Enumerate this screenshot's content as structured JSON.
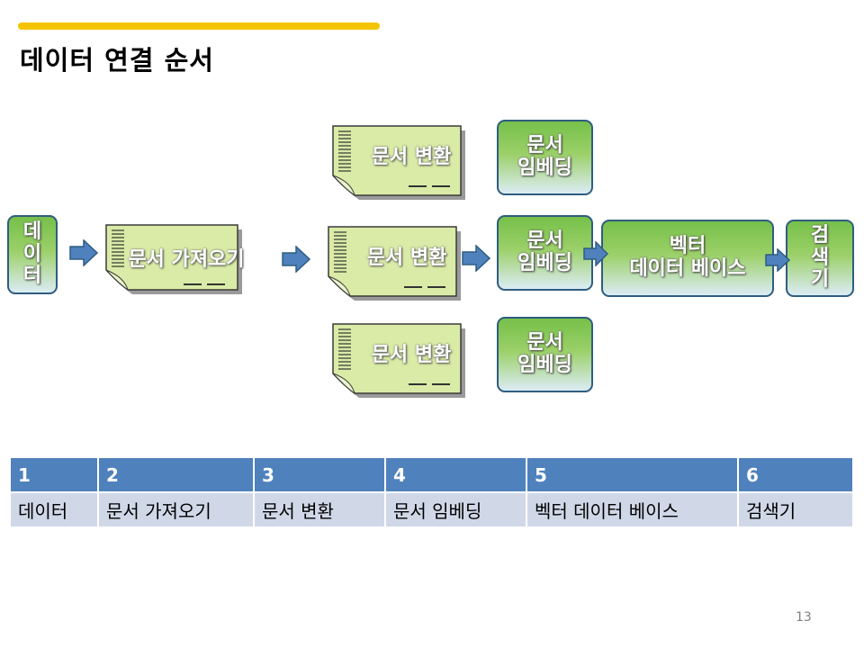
{
  "slide": {
    "title": "데이터 연결 순서",
    "page_number": "13",
    "accent_color": "#f5c400"
  },
  "diagram": {
    "source": [
      "데",
      "이",
      "터"
    ],
    "load": "문서 가져오기",
    "transform": {
      "label": "문서 변환",
      "count": 3
    },
    "embedding": [
      "문서",
      "임베딩"
    ],
    "vector_db": [
      "벡터",
      "데이터 베이스"
    ],
    "retriever": [
      "검",
      "색",
      "기"
    ]
  },
  "steps_table": {
    "headers": [
      "1",
      "2",
      "3",
      "4",
      "5",
      "6"
    ],
    "cells": [
      "데이터",
      "문서 가져오기",
      "문서 변환",
      "문서 임베딩",
      "벡터 데이터 베이스",
      "검색기"
    ],
    "header_color": "#4f81bd",
    "cell_color": "#d0d8e8"
  }
}
